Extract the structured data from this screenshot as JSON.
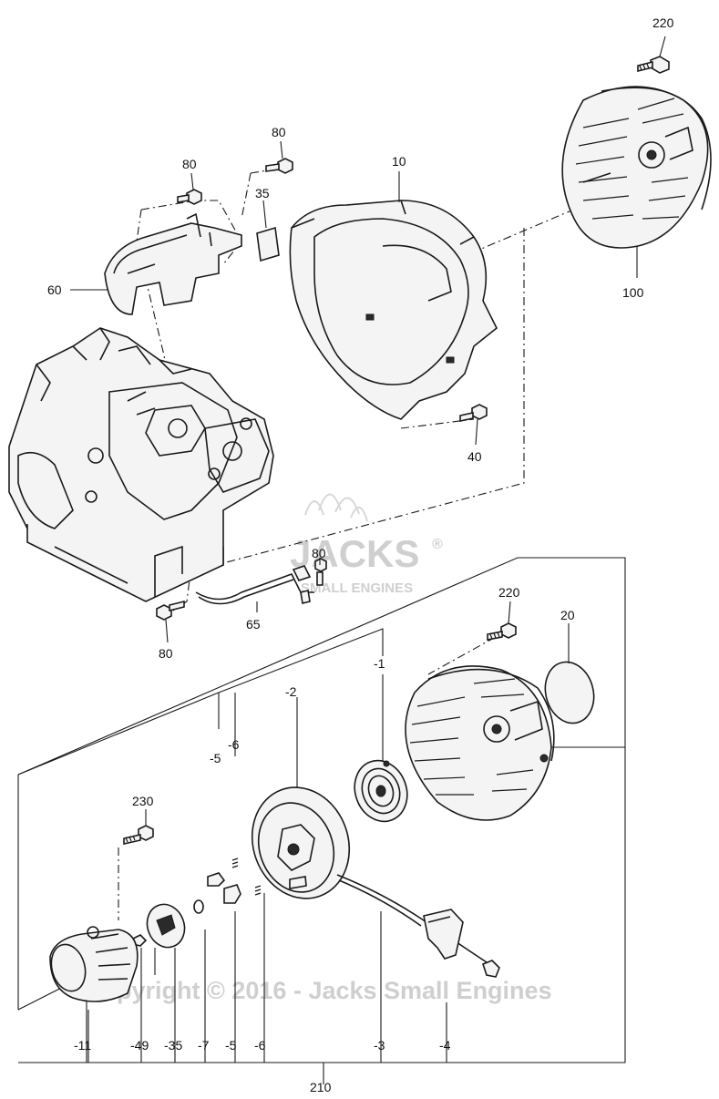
{
  "labels": {
    "p220_top": "220",
    "p80_a": "80",
    "p80_b": "80",
    "p10": "10",
    "p35": "35",
    "p60": "60",
    "p100": "100",
    "p40": "40",
    "p80_c": "80",
    "p65": "65",
    "p80_d": "80",
    "p220_mid": "220",
    "p20": "20",
    "m1": "-1",
    "m2": "-2",
    "m6_top": "-6",
    "m5_top": "-5",
    "p230": "230",
    "b11": "-11",
    "b49": "-49",
    "b35": "-35",
    "b7": "-7",
    "b5": "-5",
    "b6": "-6",
    "b3": "-3",
    "b4": "-4",
    "p210": "210"
  },
  "watermark": {
    "logo_main": "JACKS",
    "logo_sub": "SMALL ENGINES",
    "registered": "®",
    "copyright": "Copyright © 2016 - Jacks Small Engines"
  }
}
